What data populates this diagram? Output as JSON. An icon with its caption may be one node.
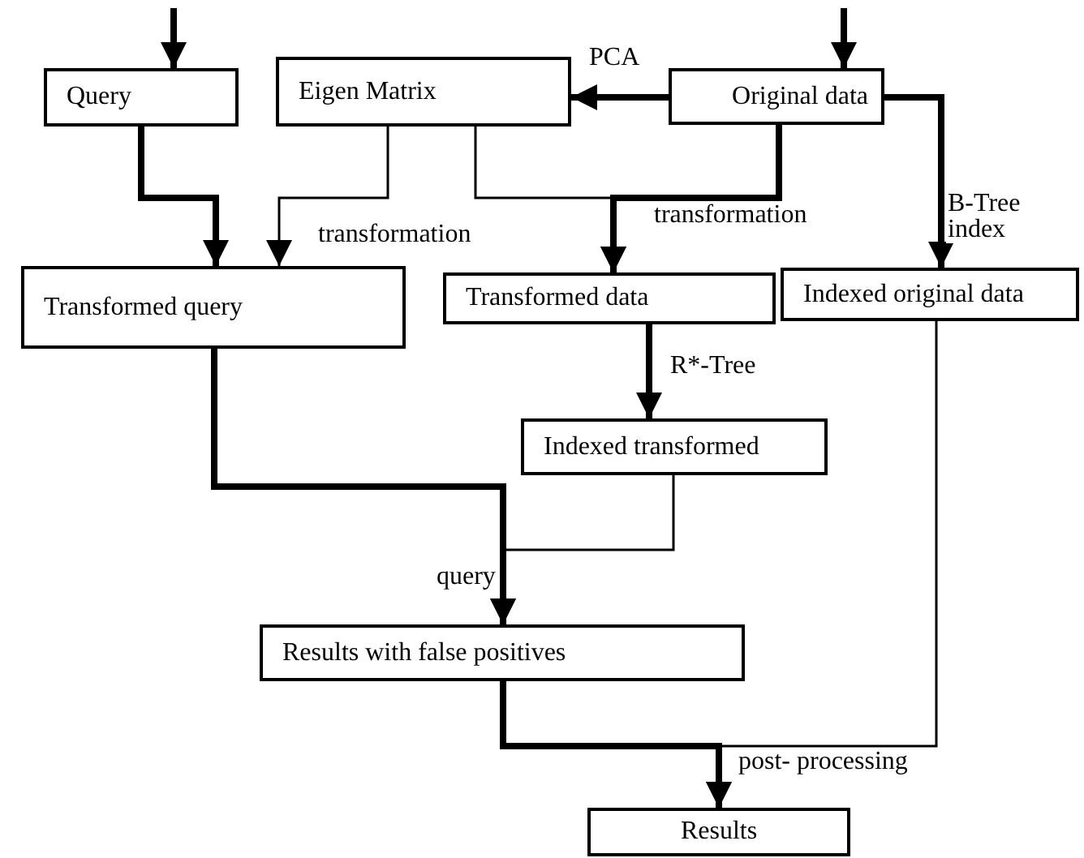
{
  "diagram": {
    "nodes": [
      {
        "text": [
          "Query"
        ]
      },
      {
        "text": [
          "Eigen Matrix"
        ]
      },
      {
        "text": [
          "Original data"
        ]
      },
      {
        "text": [
          "Transformed query"
        ]
      },
      {
        "text": [
          "Transformed data"
        ]
      },
      {
        "text": [
          "Indexed original data"
        ]
      },
      {
        "text": [
          "Indexed transformed"
        ]
      },
      {
        "text": [
          "Results with false positives"
        ]
      },
      {
        "text": [
          "Results"
        ]
      }
    ],
    "edges": [
      {
        "from": null,
        "to": 0,
        "arrow": "to"
      },
      {
        "from": null,
        "to": 2,
        "arrow": "to"
      },
      {
        "from": 2,
        "to": 1,
        "arrow": "to",
        "label": "PCA"
      },
      {
        "from": 0,
        "to": 3,
        "arrow": "to"
      },
      {
        "from": 1,
        "to": 3,
        "arrow": "to",
        "label": "transformation"
      },
      {
        "from": 1,
        "to": 4,
        "arrow": "to"
      },
      {
        "from": 2,
        "to": 4,
        "arrow": "to",
        "label": "transformation"
      },
      {
        "from": 2,
        "to": 5,
        "arrow": "to",
        "label": "B-Tree index"
      },
      {
        "from": 4,
        "to": 6,
        "arrow": "to",
        "label": "R*-Tree"
      },
      {
        "from": 3,
        "to": 7,
        "arrow": "to",
        "label": "query"
      },
      {
        "from": 6,
        "to": 7,
        "arrow": "to"
      },
      {
        "from": 7,
        "to": 8,
        "arrow": "to",
        "label": "post- processing"
      },
      {
        "from": 5,
        "to": 8,
        "arrow": "to"
      }
    ]
  }
}
